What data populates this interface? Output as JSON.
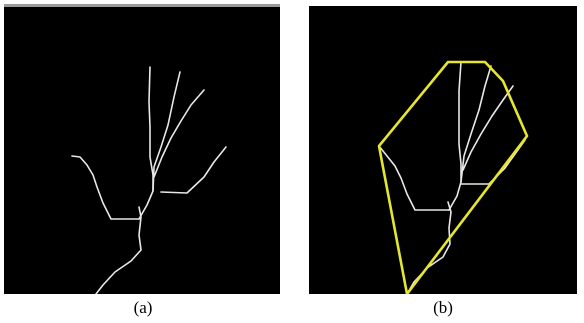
{
  "panels": [
    {
      "id": "a",
      "caption": "(a)",
      "background_color": "#000000",
      "branch_color": "#e8e8e8"
    },
    {
      "id": "b",
      "caption": "(b)",
      "background_color": "#000000",
      "branch_color": "#e8e8e8",
      "hull_color": "#e6e62e"
    }
  ]
}
